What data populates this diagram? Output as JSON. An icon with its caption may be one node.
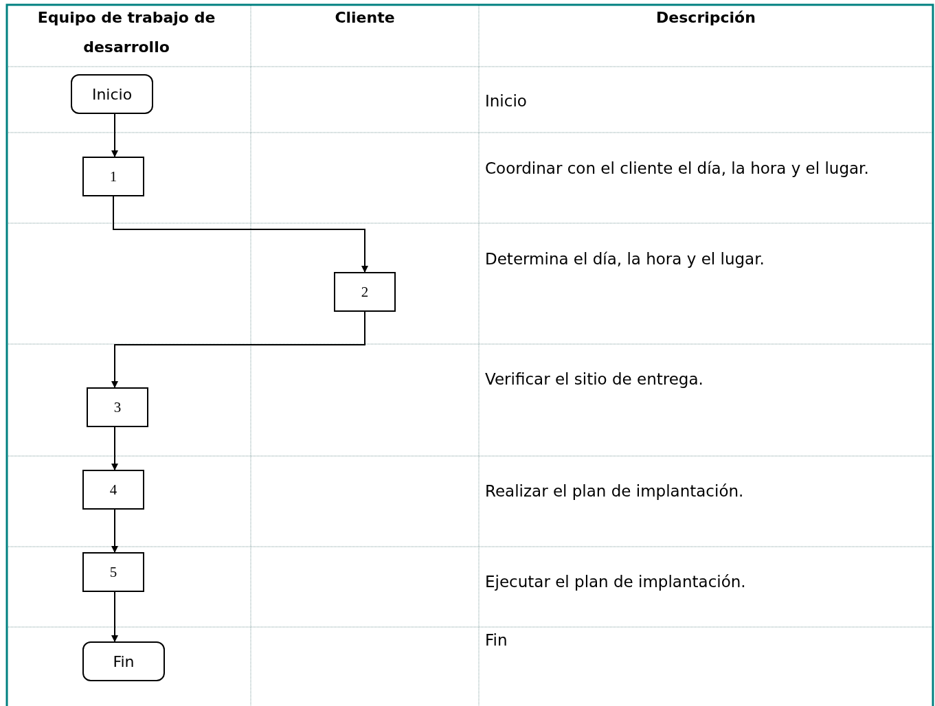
{
  "diagram": {
    "nodes": [
      {
        "text": [
          "Inicio"
        ]
      },
      {
        "text": [
          "1"
        ]
      },
      {
        "text": [
          "2"
        ]
      },
      {
        "text": [
          "3"
        ]
      },
      {
        "text": [
          "4"
        ]
      },
      {
        "text": [
          "5"
        ]
      },
      {
        "text": [
          "Fin"
        ]
      }
    ],
    "edges": [
      {
        "from": 0,
        "to": 1,
        "arrow": "to"
      },
      {
        "from": 1,
        "to": 2,
        "arrow": "to"
      },
      {
        "from": 2,
        "to": 3,
        "arrow": "to"
      },
      {
        "from": 3,
        "to": 4,
        "arrow": "to"
      },
      {
        "from": 4,
        "to": 5,
        "arrow": "to"
      },
      {
        "from": 5,
        "to": 6,
        "arrow": "to"
      }
    ],
    "labels": [
      "Equipo de trabajo de desarrollo",
      "Cliente",
      "Descripción",
      "Inicio",
      "Coordinar con el cliente el día, la hora y el lugar.",
      "Determina el día, la hora y el lugar.",
      "Verificar el sitio de entrega.",
      "Realizar el plan de implantación.",
      "Ejecutar el plan de implantación.",
      "Fin"
    ]
  }
}
